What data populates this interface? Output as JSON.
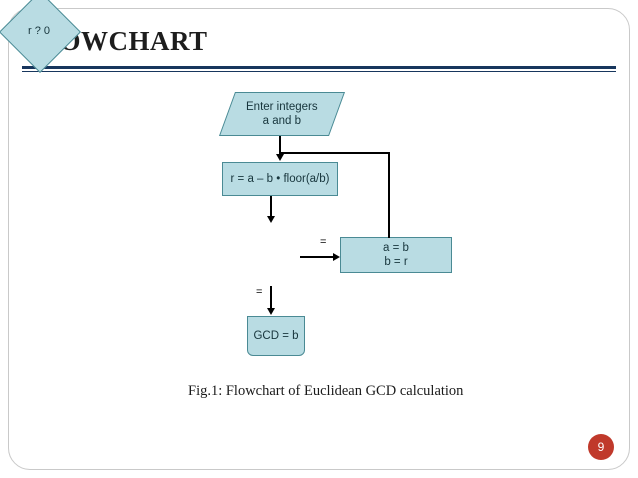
{
  "slide": {
    "title": "FLOWCHART",
    "page_number": "9",
    "caption": "Fig.1: Flowchart of Euclidean GCD calculation",
    "accent_color": "#17365d",
    "node_fill": "#b9dce3",
    "node_stroke": "#4a8a94",
    "badge_color": "#c0392b"
  },
  "flowchart": {
    "nodes": [
      {
        "id": "input",
        "shape": "parallelogram",
        "text": "Enter integers\na and b"
      },
      {
        "id": "process",
        "shape": "rectangle",
        "text": "r = a – b • floor(a/b)"
      },
      {
        "id": "decision",
        "shape": "diamond",
        "text": "r ? 0"
      },
      {
        "id": "assign",
        "shape": "rectangle",
        "text": "a =  b\nb = r"
      },
      {
        "id": "output",
        "shape": "document",
        "text": "GCD = b"
      }
    ],
    "edges": [
      {
        "from": "input",
        "to": "process",
        "label": ""
      },
      {
        "from": "process",
        "to": "decision",
        "label": ""
      },
      {
        "from": "decision",
        "to": "assign",
        "label": "="
      },
      {
        "from": "decision",
        "to": "output",
        "label": "="
      },
      {
        "from": "assign",
        "to": "process",
        "label": ""
      }
    ]
  }
}
